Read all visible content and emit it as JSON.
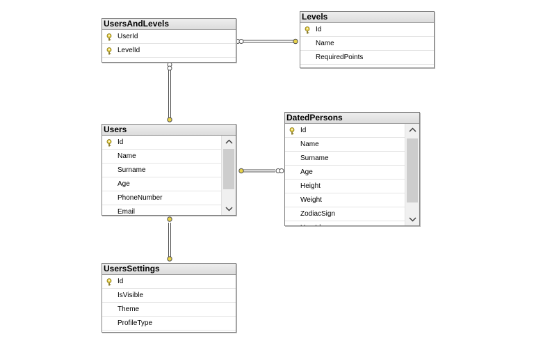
{
  "tables": {
    "users_and_levels": {
      "title": "UsersAndLevels",
      "columns": [
        {
          "name": "UserId",
          "key": true
        },
        {
          "name": "LevelId",
          "key": true
        }
      ]
    },
    "levels": {
      "title": "Levels",
      "columns": [
        {
          "name": "Id",
          "key": true
        },
        {
          "name": "Name",
          "key": false
        },
        {
          "name": "RequiredPoints",
          "key": false
        }
      ]
    },
    "users": {
      "title": "Users",
      "columns": [
        {
          "name": "Id",
          "key": true
        },
        {
          "name": "Name",
          "key": false
        },
        {
          "name": "Surname",
          "key": false
        },
        {
          "name": "Age",
          "key": false
        },
        {
          "name": "PhoneNumber",
          "key": false
        },
        {
          "name": "Email",
          "key": false
        }
      ]
    },
    "dated_persons": {
      "title": "DatedPersons",
      "columns": [
        {
          "name": "Id",
          "key": true
        },
        {
          "name": "Name",
          "key": false
        },
        {
          "name": "Surname",
          "key": false
        },
        {
          "name": "Age",
          "key": false
        },
        {
          "name": "Height",
          "key": false
        },
        {
          "name": "Weight",
          "key": false
        },
        {
          "name": "ZodiacSign",
          "key": false
        },
        {
          "name": "UserId",
          "key": false
        }
      ]
    },
    "users_settings": {
      "title": "UsersSettings",
      "columns": [
        {
          "name": "Id",
          "key": true
        },
        {
          "name": "IsVisible",
          "key": false
        },
        {
          "name": "Theme",
          "key": false
        },
        {
          "name": "ProfileType",
          "key": false
        }
      ]
    }
  },
  "colors": {
    "key_icon": "#e8d24a",
    "connector": "#505050"
  }
}
